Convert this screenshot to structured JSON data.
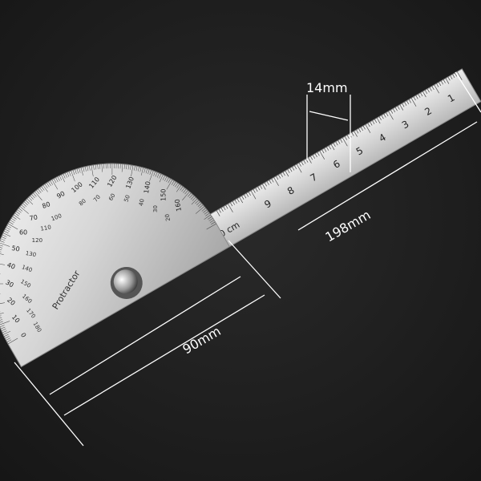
{
  "product": {
    "engraving": "Protractor",
    "ruler_unit_label": "10 cm",
    "ruler_numbers": [
      "1",
      "2",
      "3",
      "4",
      "5",
      "6",
      "7",
      "8",
      "9"
    ],
    "outer_degrees": [
      "0",
      "10",
      "20",
      "30",
      "40",
      "50",
      "60",
      "70",
      "80",
      "90",
      "100",
      "110",
      "120",
      "130",
      "140",
      "150",
      "160"
    ],
    "inner_degrees": [
      "180",
      "170",
      "160",
      "150",
      "140",
      "130",
      "120",
      "110",
      "100",
      "",
      "80",
      "70",
      "60",
      "50",
      "40",
      "30",
      "20"
    ]
  },
  "dimensions": {
    "gap": "14mm",
    "ruler_length": "198mm",
    "protractor_width": "90mm"
  },
  "colors": {
    "background": "#1e1e1e",
    "steel_light": "#e6e6e6",
    "steel_dark": "#9a9a9a",
    "annotation": "#ffffff"
  }
}
